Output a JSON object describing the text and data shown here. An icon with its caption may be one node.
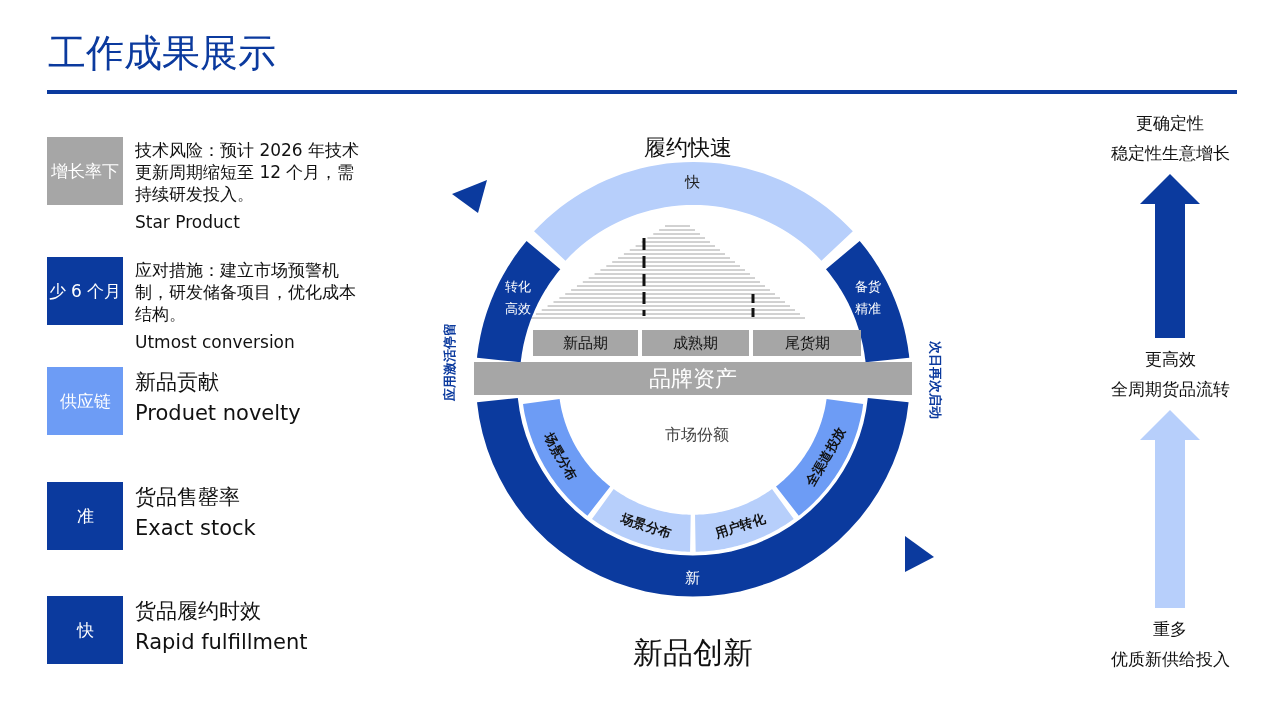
{
  "diagram": {
    "title": "工作成果展示",
    "nodes": [
      {
        "text": [
          "增长率下"
        ],
        "beside": [
          "技术风险：预计 2026 年技术更新周期缩短至 12 个月，需持续研发投入。",
          "Star Product"
        ]
      },
      {
        "text": [
          "少 6 个月"
        ],
        "beside": [
          "应对措施：建立市场预警机制，研发储备项目，优化成本结构。",
          "Utmost conversion"
        ]
      },
      {
        "text": [
          "供应链"
        ],
        "beside": [
          "新品贡献",
          "Produet novelty"
        ]
      },
      {
        "text": [
          "准"
        ],
        "beside": [
          "货品售罄率",
          "Exact stock"
        ]
      },
      {
        "text": [
          "快"
        ],
        "beside": [
          "货品履约时效",
          "Rapid fulfillment"
        ]
      },
      {
        "text": [
          "快"
        ]
      },
      {
        "text": [
          "转化高效"
        ]
      },
      {
        "text": [
          "备货精准"
        ]
      },
      {
        "text": [
          "新品期"
        ]
      },
      {
        "text": [
          "成熟期"
        ]
      },
      {
        "text": [
          "尾货期"
        ]
      },
      {
        "text": [
          "品牌资产"
        ]
      },
      {
        "text": [
          "场景分布"
        ]
      },
      {
        "text": [
          "场景分布"
        ]
      },
      {
        "text": [
          "用户转化"
        ]
      },
      {
        "text": [
          "全渠道投放"
        ]
      },
      {
        "text": [
          "新"
        ]
      },
      {
        "text": [
          "更确定性",
          "稳定性生意增长"
        ]
      },
      {
        "text": [
          "更高效",
          "全周期货品流转"
        ]
      },
      {
        "text": [
          "重多",
          "优质新供给投入"
        ]
      }
    ],
    "edges": [
      {
        "from": 19,
        "to": 18,
        "arrow": "to",
        "color": "#b7cffb"
      },
      {
        "from": 18,
        "to": 17,
        "arrow": "to",
        "color": "#0b3a9e"
      }
    ],
    "labels": [
      "履约快速",
      "应用激活停留",
      "次日再次启动",
      "市场份额",
      "新品创新"
    ]
  }
}
